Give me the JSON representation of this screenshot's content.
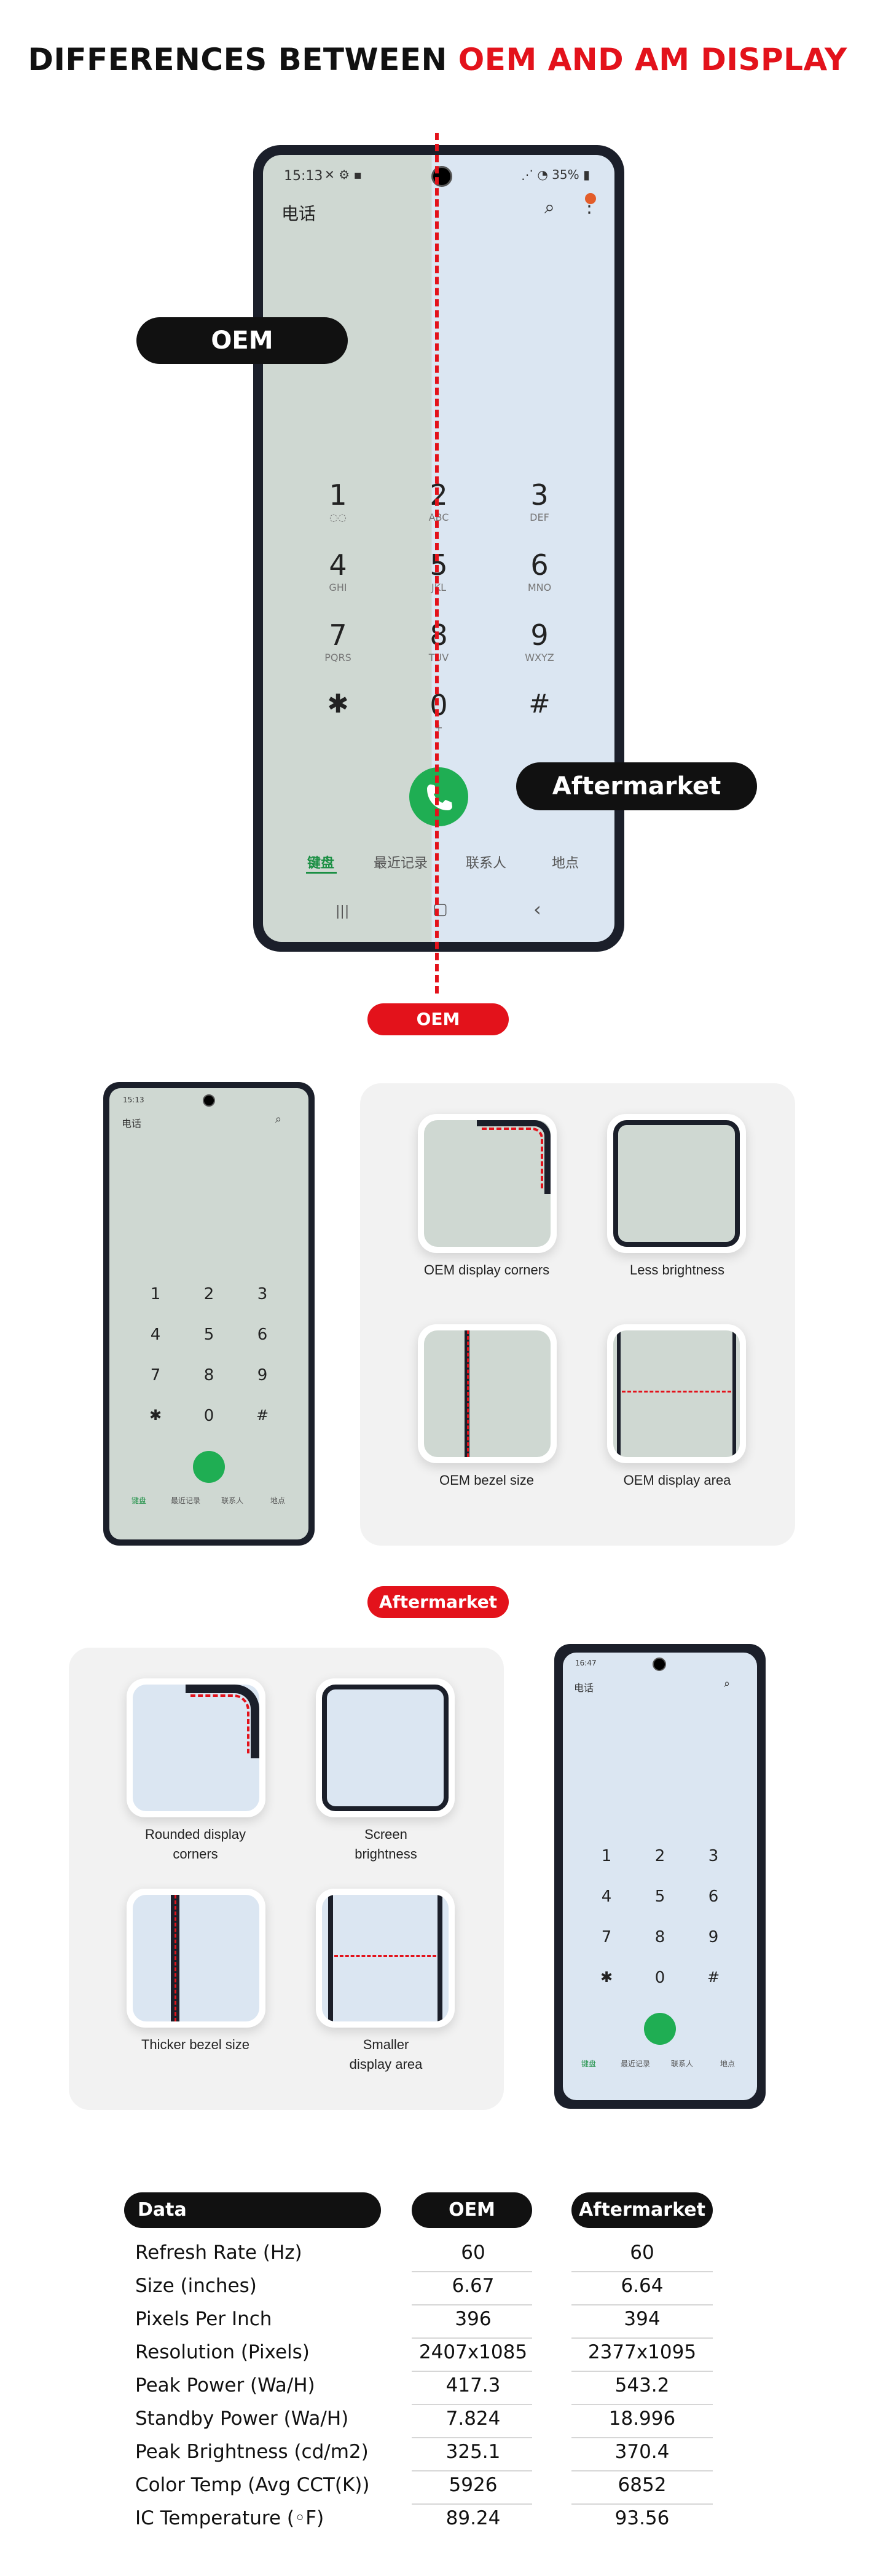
{
  "header": {
    "title_black": "DIFFERENCES BETWEEN",
    "title_red": "OEM AND AM DISPLAY"
  },
  "colors": {
    "accent_red": "#e3121b",
    "pill_black": "#111111",
    "oem_screen": "#cfd8d2",
    "am_screen": "#dbe6f2",
    "call_green": "#1fae53"
  },
  "phone_ui": {
    "time": "15:13",
    "battery": "35%",
    "app_title": "电话",
    "keys": [
      {
        "digit": "1",
        "letters": "◌◌"
      },
      {
        "digit": "2",
        "letters": "ABC"
      },
      {
        "digit": "3",
        "letters": "DEF"
      },
      {
        "digit": "4",
        "letters": "GHI"
      },
      {
        "digit": "5",
        "letters": "JKL"
      },
      {
        "digit": "6",
        "letters": "MNO"
      },
      {
        "digit": "7",
        "letters": "PQRS"
      },
      {
        "digit": "8",
        "letters": "TUV"
      },
      {
        "digit": "9",
        "letters": "WXYZ"
      },
      {
        "digit": "✱",
        "letters": ""
      },
      {
        "digit": "0",
        "letters": "+"
      },
      {
        "digit": "#",
        "letters": ""
      }
    ],
    "tabs": [
      "键盘",
      "最近记录",
      "联系人",
      "地点"
    ],
    "nav": [
      "|||",
      "▢",
      "‹"
    ]
  },
  "hero": {
    "oem_label": "OEM",
    "am_label": "Aftermarket"
  },
  "oem_section": {
    "badge": "OEM",
    "features": [
      {
        "caption": "OEM display corners"
      },
      {
        "caption": "Less brightness"
      },
      {
        "caption": "OEM bezel size"
      },
      {
        "caption": "OEM display area"
      }
    ]
  },
  "am_section": {
    "badge": "Aftermarket",
    "time": "16:47",
    "features": [
      {
        "caption": "Rounded display corners"
      },
      {
        "caption": "Screen brightness"
      },
      {
        "caption": "Thicker bezel size"
      },
      {
        "caption": "Smaller display area"
      }
    ]
  },
  "table": {
    "headers": [
      "Data",
      "OEM",
      "Aftermarket"
    ],
    "rows": [
      {
        "label": "Refresh Rate (Hz)",
        "oem": "60",
        "am": "60"
      },
      {
        "label": "Size (inches)",
        "oem": "6.67",
        "am": "6.64"
      },
      {
        "label": "Pixels Per Inch",
        "oem": "396",
        "am": "394"
      },
      {
        "label": "Resolution (Pixels)",
        "oem": "2407x1085",
        "am": "2377x1095"
      },
      {
        "label": "Peak Power (Wa/H)",
        "oem": "417.3",
        "am": "543.2"
      },
      {
        "label": "Standby Power (Wa/H)",
        "oem": "7.824",
        "am": "18.996"
      },
      {
        "label": "Peak Brightness (cd/m2)",
        "oem": "325.1",
        "am": "370.4"
      },
      {
        "label": "Color Temp (Avg CCT(K))",
        "oem": "5926",
        "am": "6852"
      },
      {
        "label": "IC Temperature (◦F)",
        "oem": "89.24",
        "am": "93.56"
      }
    ]
  }
}
